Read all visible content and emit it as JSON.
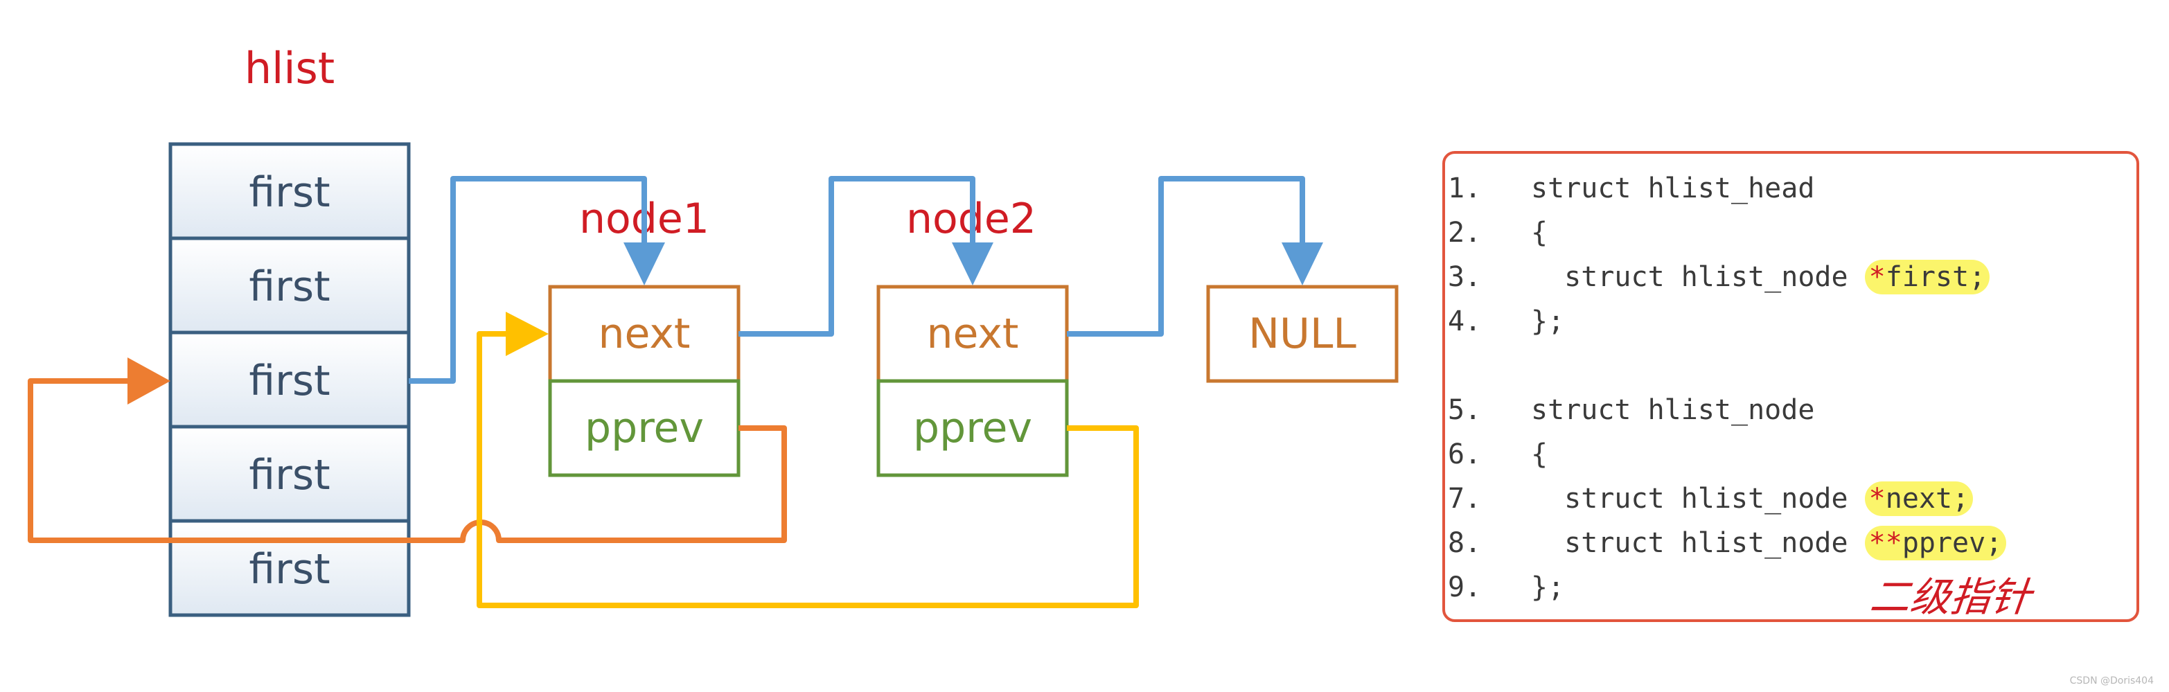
{
  "hlist": {
    "title": "hlist",
    "cells": [
      "first",
      "first",
      "first",
      "first",
      "first"
    ]
  },
  "nodes": [
    {
      "label": "node1",
      "next": "next",
      "pprev": "pprev"
    },
    {
      "label": "node2",
      "next": "next",
      "pprev": "pprev"
    }
  ],
  "null_box": "NULL",
  "code": {
    "lines": [
      {
        "num": "1.",
        "code": "struct hlist_head",
        "hl": "",
        "stars": ""
      },
      {
        "num": "2.",
        "code": "{",
        "hl": "",
        "stars": ""
      },
      {
        "num": "3.",
        "code": "  struct hlist_node ",
        "hl": "first;",
        "stars": "*"
      },
      {
        "num": "4.",
        "code": "};",
        "hl": "",
        "stars": ""
      },
      {
        "num": "5.",
        "code": "struct hlist_node",
        "hl": "",
        "stars": ""
      },
      {
        "num": "6.",
        "code": "{",
        "hl": "",
        "stars": ""
      },
      {
        "num": "7.",
        "code": "  struct hlist_node ",
        "hl": "next;",
        "stars": "*"
      },
      {
        "num": "8.",
        "code": "  struct hlist_node ",
        "hl": "pprev;",
        "stars": "**"
      },
      {
        "num": "9.",
        "code": "};",
        "hl": "",
        "stars": ""
      }
    ],
    "annotation": "二级指针"
  },
  "colors": {
    "blue_arrow": "#5b9bd5",
    "orange_arrow": "#ed7d31",
    "yellow_arrow": "#ffc000",
    "title_red": "#d01c24",
    "box_border_blue": "#3a5f80",
    "next_border": "#c8772f",
    "pprev_border": "#62963a"
  },
  "watermark": "CSDN @Doris404"
}
